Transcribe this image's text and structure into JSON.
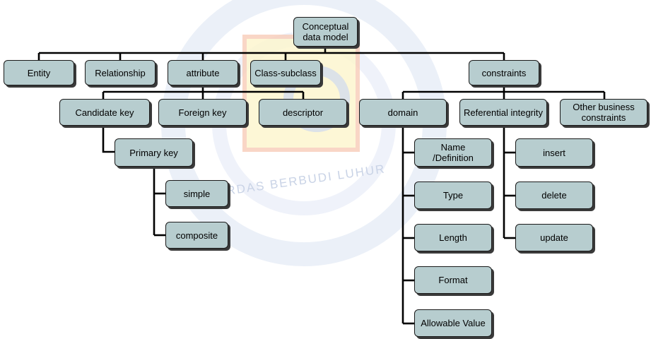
{
  "diagram": {
    "root": "Conceptual\ndata model",
    "level1": {
      "entity": "Entity",
      "relationship": "Relationship",
      "attribute": "attribute",
      "class_subclass": "Class-subclass",
      "constraints": "constraints"
    },
    "attribute_children": {
      "candidate_key": "Candidate key",
      "foreign_key": "Foreign key",
      "descriptor": "descriptor"
    },
    "primary_key": "Primary key",
    "primary_key_children": {
      "simple": "simple",
      "composite": "composite"
    },
    "constraints_children": {
      "domain": "domain",
      "referential_integrity": "Referential integrity",
      "other_business": "Other business\nconstraints"
    },
    "domain_children": {
      "name_definition": "Name\n/Definition",
      "type": "Type",
      "length": "Length",
      "format": "Format",
      "allowable_value": "Allowable Value"
    },
    "referential_children": {
      "insert": "insert",
      "delete": "delete",
      "update": "update"
    },
    "watermark_text": "CERDAS BERBUDI LUHUR"
  },
  "colors": {
    "node_fill": "#b7cdcf",
    "node_border": "#1a1a1a",
    "shadow": "#3a3a3a",
    "watermark_blue": "#c7d3ee",
    "watermark_yellow": "#fdf3b5",
    "watermark_orange": "#f6c2a8"
  }
}
